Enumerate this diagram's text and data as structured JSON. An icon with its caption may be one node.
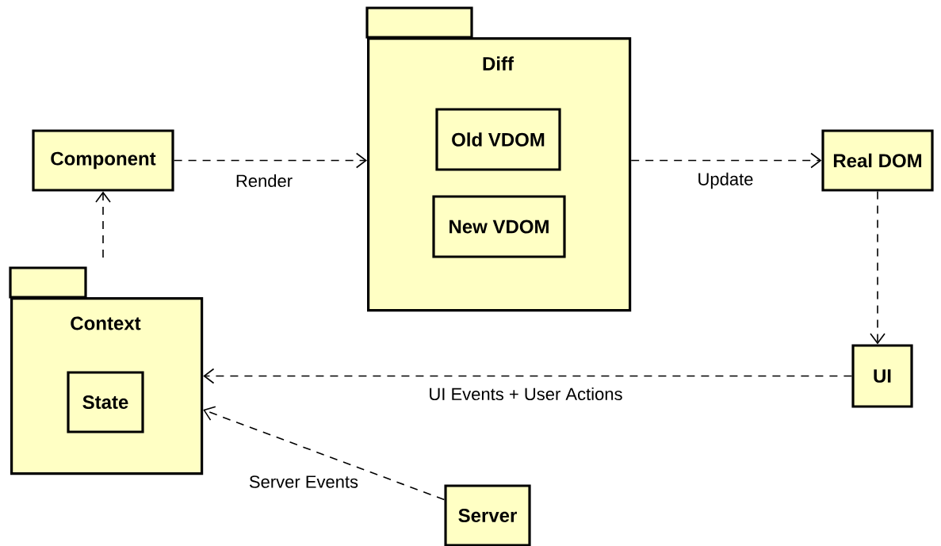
{
  "diagram": {
    "nodes": [
      {
        "text": [
          "Component"
        ]
      },
      {
        "text": [
          "Diff"
        ]
      },
      {
        "text": [
          "Old VDOM"
        ],
        "in": 1
      },
      {
        "text": [
          "New VDOM"
        ],
        "in": 1
      },
      {
        "text": [
          "Real DOM"
        ]
      },
      {
        "text": [
          "Context"
        ]
      },
      {
        "text": [
          "State"
        ],
        "in": 5
      },
      {
        "text": [
          "UI"
        ]
      },
      {
        "text": [
          "Server"
        ]
      }
    ],
    "edges": [
      {
        "from": 0,
        "to": 1,
        "arrow": "to",
        "label": "Render",
        "style": "dashed"
      },
      {
        "from": 1,
        "to": 4,
        "arrow": "to",
        "label": "Update",
        "style": "dashed"
      },
      {
        "from": 4,
        "to": 7,
        "arrow": "to",
        "style": "dashed"
      },
      {
        "from": 7,
        "to": 5,
        "arrow": "to",
        "label": "UI Events + User Actions",
        "style": "dashed"
      },
      {
        "from": 8,
        "to": 5,
        "arrow": "to",
        "label": "Server Events",
        "style": "dashed"
      },
      {
        "from": 5,
        "to": 0,
        "arrow": "to",
        "style": "dashed"
      }
    ]
  }
}
